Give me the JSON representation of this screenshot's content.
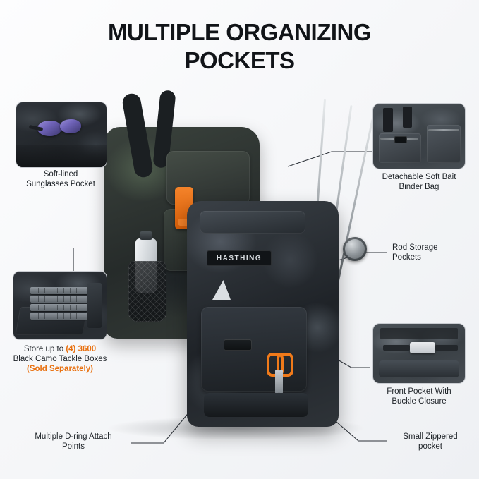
{
  "title": {
    "line1": "MULTIPLE ORGANIZING",
    "line2": "POCKETS"
  },
  "callouts": [
    {
      "id": "sunglasses-pocket",
      "line1": "Soft-lined",
      "line2": "Sunglasses Pocket"
    },
    {
      "id": "binder-bag",
      "line1": "Detachable Soft Bait",
      "line2": "Binder Bag"
    },
    {
      "id": "rod-storage",
      "line1": "Rod Storage",
      "line2": "Pockets"
    },
    {
      "id": "tackle-boxes",
      "line1": "Store up to",
      "accent1": "(4) 3600",
      "line2": "Black Camo Tackle Boxes",
      "accent2": "(Sold Separately)"
    },
    {
      "id": "front-pocket-buckle",
      "line1": "Front Pocket With",
      "line2": "Buckle Closure"
    },
    {
      "id": "d-ring-points",
      "line1": "Multiple D-ring Attach",
      "line2": "Points"
    },
    {
      "id": "small-zippered-pocket",
      "line1": "Small Zippered",
      "line2": "pocket"
    }
  ],
  "product": {
    "brand_patch": "HASTHING"
  },
  "colors": {
    "accent_orange": "#e8700f",
    "title_text": "#111418",
    "label_text": "#1d2227",
    "thumb_border": "#c9ccd1",
    "background": "#f6f7f9"
  }
}
